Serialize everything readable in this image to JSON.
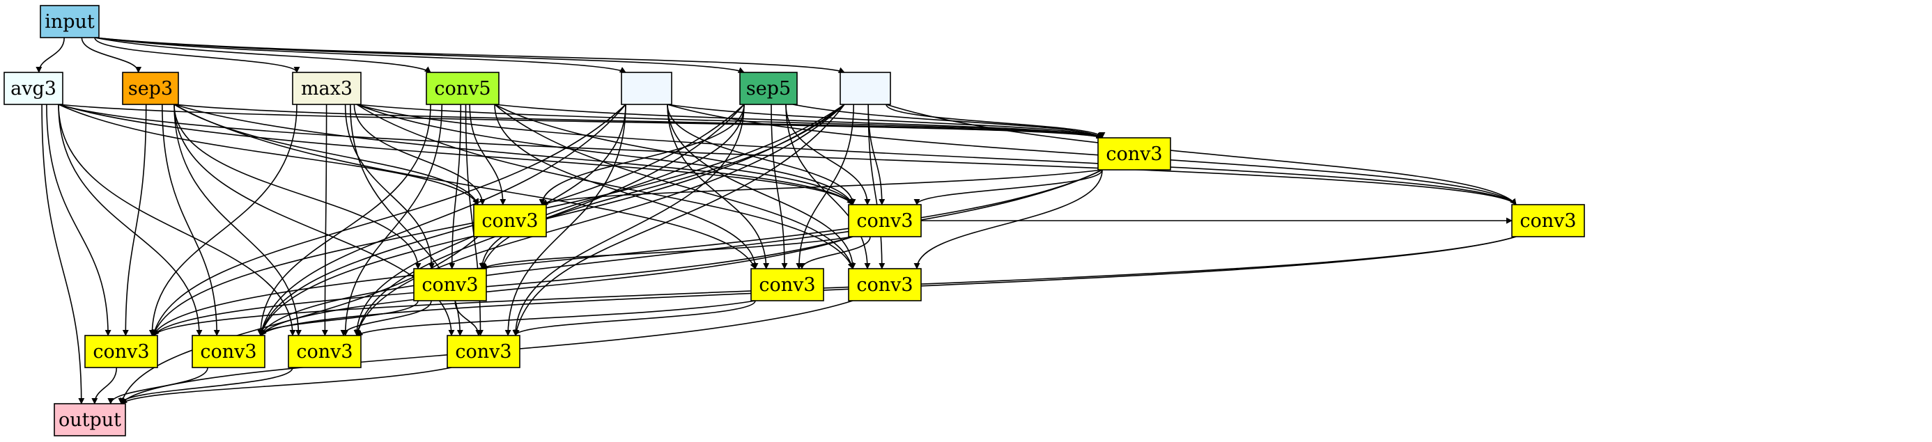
{
  "nodes": [
    {
      "id": "input",
      "label": "input",
      "color": "#87ceeb"
    },
    {
      "id": "avg3",
      "label": "avg3",
      "color": "#f0ffff"
    },
    {
      "id": "sep3",
      "label": "sep3",
      "color": "#ffa500"
    },
    {
      "id": "max3",
      "label": "max3",
      "color": "#f5f5dc"
    },
    {
      "id": "conv5",
      "label": "conv5",
      "color": "#adff2f"
    },
    {
      "id": "blank1",
      "label": "",
      "color": "#f0f8ff"
    },
    {
      "id": "sep5",
      "label": "sep5",
      "color": "#3cb371"
    },
    {
      "id": "blank2",
      "label": "",
      "color": "#f0f8ff"
    },
    {
      "id": "c_r1",
      "label": "conv3",
      "color": "#ffff00"
    },
    {
      "id": "c_a",
      "label": "conv3",
      "color": "#ffff00"
    },
    {
      "id": "c_b",
      "label": "conv3",
      "color": "#ffff00"
    },
    {
      "id": "c_c",
      "label": "conv3",
      "color": "#ffff00"
    },
    {
      "id": "c_d",
      "label": "conv3",
      "color": "#ffff00"
    },
    {
      "id": "c_e",
      "label": "conv3",
      "color": "#ffff00"
    },
    {
      "id": "c_f",
      "label": "conv3",
      "color": "#ffff00"
    },
    {
      "id": "c_g",
      "label": "conv3",
      "color": "#ffff00"
    },
    {
      "id": "c_h",
      "label": "conv3",
      "color": "#ffff00"
    },
    {
      "id": "c_i",
      "label": "conv3",
      "color": "#ffff00"
    },
    {
      "id": "c_j",
      "label": "conv3",
      "color": "#ffff00"
    },
    {
      "id": "output",
      "label": "output",
      "color": "#ffc0cb"
    }
  ],
  "edges": [
    [
      "input",
      "avg3"
    ],
    [
      "input",
      "sep3"
    ],
    [
      "input",
      "max3"
    ],
    [
      "input",
      "conv5"
    ],
    [
      "input",
      "blank1"
    ],
    [
      "input",
      "sep5"
    ],
    [
      "input",
      "blank2"
    ],
    [
      "avg3",
      "c_r1"
    ],
    [
      "avg3",
      "c_a"
    ],
    [
      "avg3",
      "c_b"
    ],
    [
      "avg3",
      "c_c"
    ],
    [
      "avg3",
      "c_g"
    ],
    [
      "avg3",
      "c_h"
    ],
    [
      "avg3",
      "c_i"
    ],
    [
      "avg3",
      "output"
    ],
    [
      "sep3",
      "c_r1"
    ],
    [
      "sep3",
      "c_a"
    ],
    [
      "sep3",
      "c_b"
    ],
    [
      "sep3",
      "c_d"
    ],
    [
      "sep3",
      "c_e"
    ],
    [
      "sep3",
      "c_g"
    ],
    [
      "sep3",
      "c_h"
    ],
    [
      "sep3",
      "c_i"
    ],
    [
      "sep3",
      "c_j"
    ],
    [
      "max3",
      "c_r1"
    ],
    [
      "max3",
      "c_a"
    ],
    [
      "max3",
      "c_b"
    ],
    [
      "max3",
      "c_c"
    ],
    [
      "max3",
      "c_d"
    ],
    [
      "max3",
      "c_f"
    ],
    [
      "max3",
      "c_g"
    ],
    [
      "max3",
      "c_i"
    ],
    [
      "max3",
      "c_j"
    ],
    [
      "conv5",
      "c_r1"
    ],
    [
      "conv5",
      "c_a"
    ],
    [
      "conv5",
      "c_b"
    ],
    [
      "conv5",
      "c_d"
    ],
    [
      "conv5",
      "c_e"
    ],
    [
      "conv5",
      "c_f"
    ],
    [
      "conv5",
      "c_h"
    ],
    [
      "conv5",
      "c_i"
    ],
    [
      "conv5",
      "c_j"
    ],
    [
      "blank1",
      "c_r1"
    ],
    [
      "blank1",
      "c_b"
    ],
    [
      "blank1",
      "c_c"
    ],
    [
      "blank1",
      "c_e"
    ],
    [
      "blank1",
      "c_f"
    ],
    [
      "blank1",
      "c_g"
    ],
    [
      "blank1",
      "c_h"
    ],
    [
      "blank1",
      "c_i"
    ],
    [
      "blank1",
      "c_j"
    ],
    [
      "sep5",
      "c_r1"
    ],
    [
      "sep5",
      "c_a"
    ],
    [
      "sep5",
      "c_b"
    ],
    [
      "sep5",
      "c_d"
    ],
    [
      "sep5",
      "c_e"
    ],
    [
      "sep5",
      "c_f"
    ],
    [
      "sep5",
      "c_h"
    ],
    [
      "sep5",
      "c_i"
    ],
    [
      "sep5",
      "c_j"
    ],
    [
      "blank2",
      "c_r1"
    ],
    [
      "blank2",
      "c_b"
    ],
    [
      "blank2",
      "c_c"
    ],
    [
      "blank2",
      "c_d"
    ],
    [
      "blank2",
      "c_e"
    ],
    [
      "blank2",
      "c_f"
    ],
    [
      "blank2",
      "c_g"
    ],
    [
      "blank2",
      "c_h"
    ],
    [
      "blank2",
      "c_i"
    ],
    [
      "blank2",
      "c_j"
    ],
    [
      "c_r1",
      "c_a"
    ],
    [
      "c_r1",
      "c_b"
    ],
    [
      "c_r1",
      "c_f"
    ],
    [
      "c_r1",
      "c_g"
    ],
    [
      "c_r1",
      "c_h"
    ],
    [
      "c_b",
      "c_c"
    ],
    [
      "c_b",
      "c_d"
    ],
    [
      "c_b",
      "c_e"
    ],
    [
      "c_b",
      "c_g"
    ],
    [
      "c_b",
      "c_h"
    ],
    [
      "c_a",
      "output"
    ],
    [
      "c_c",
      "c_g"
    ],
    [
      "c_c",
      "c_h"
    ],
    [
      "c_d",
      "c_h"
    ],
    [
      "c_d",
      "c_i"
    ],
    [
      "c_d",
      "c_j"
    ],
    [
      "c_e",
      "c_i"
    ],
    [
      "c_e",
      "c_j"
    ],
    [
      "c_f",
      "output"
    ],
    [
      "c_g",
      "output"
    ],
    [
      "c_h",
      "output"
    ],
    [
      "c_i",
      "output"
    ],
    [
      "c_j",
      "output"
    ]
  ]
}
